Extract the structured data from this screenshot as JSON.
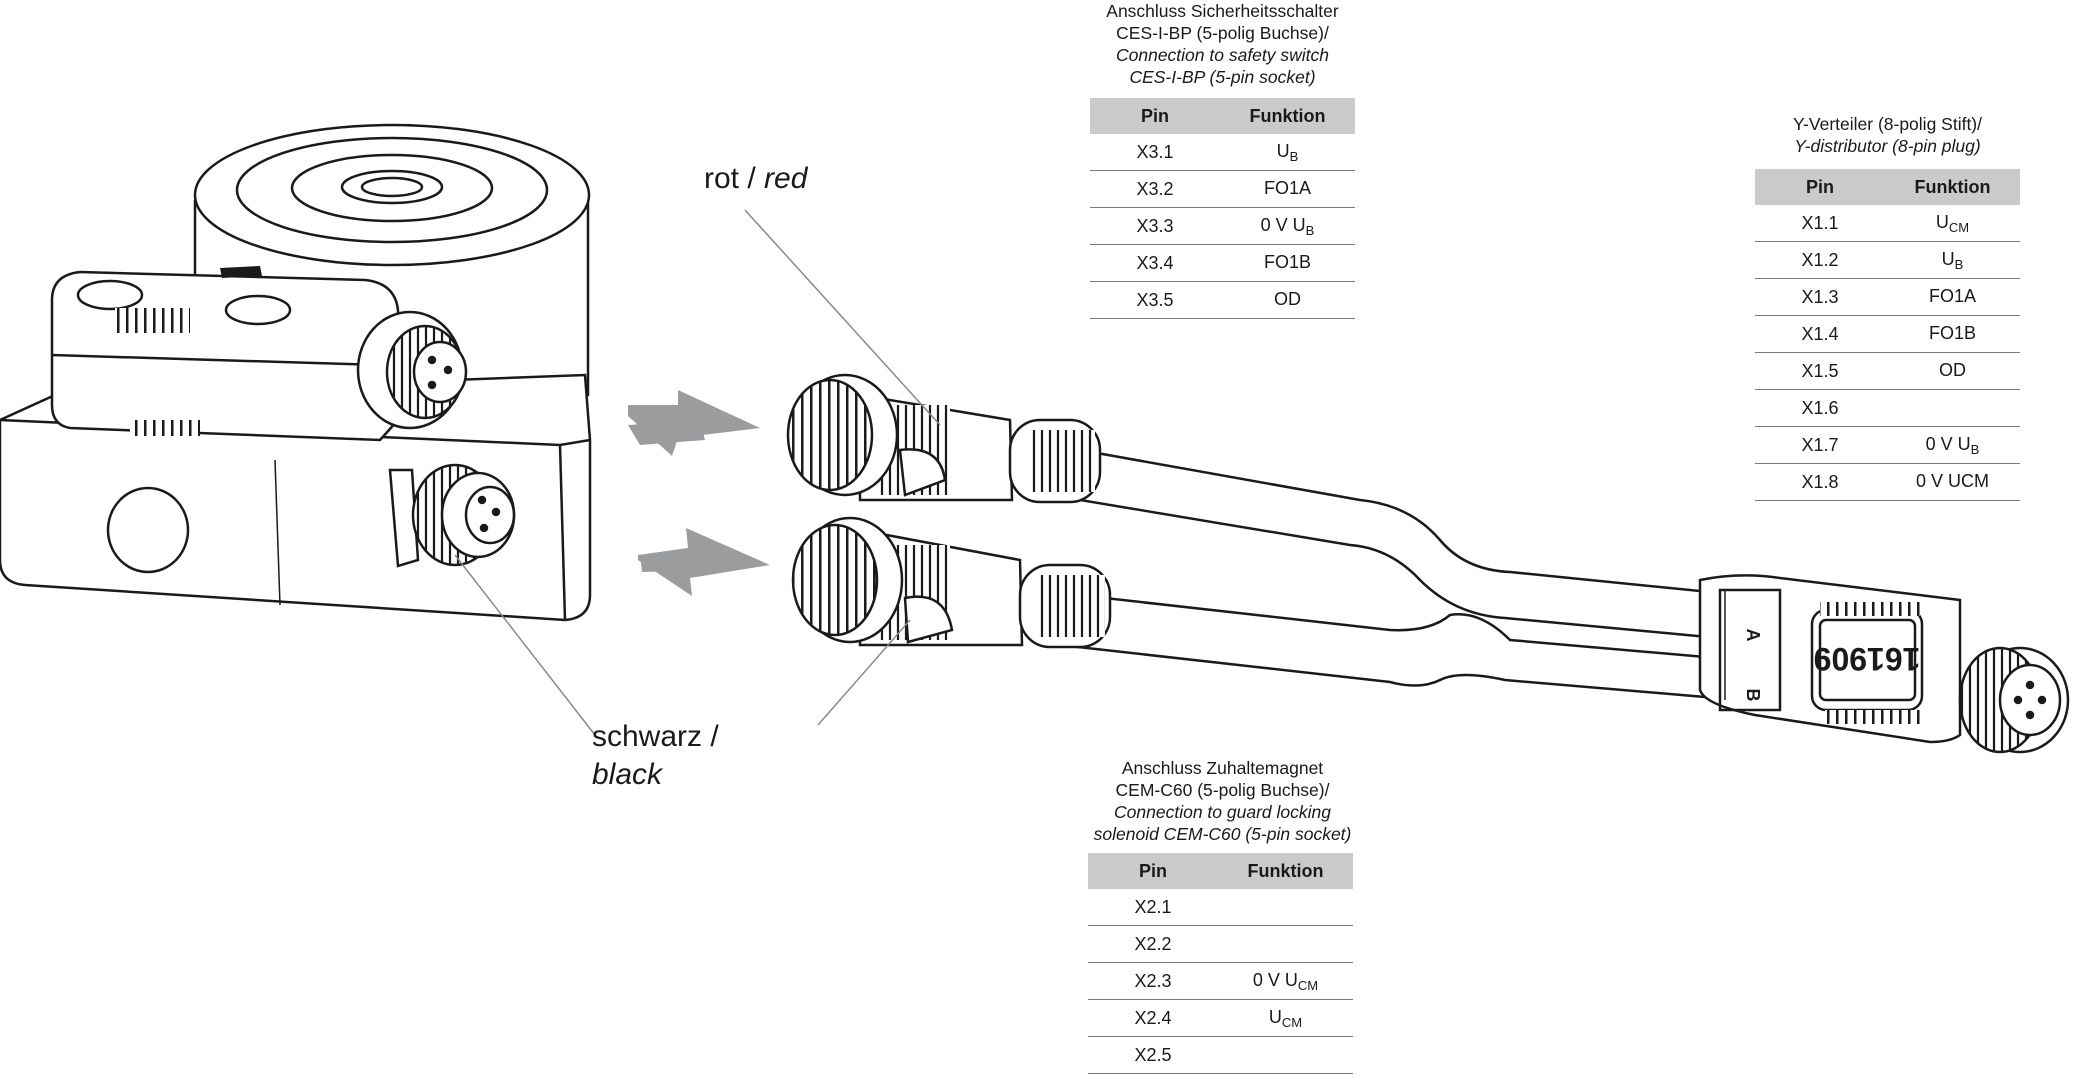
{
  "labels": {
    "red": {
      "de": "rot / ",
      "en": "red"
    },
    "black": {
      "de": "schwarz /",
      "en": "black"
    }
  },
  "tables": {
    "x3": {
      "caption_de_1": "Anschluss Sicherheitsschalter",
      "caption_de_2": "CES-I-BP (5-polig Buchse)/",
      "caption_en_1": "Connection to safety switch",
      "caption_en_2": "CES-I-BP (5-pin socket)",
      "headers": {
        "pin": "Pin",
        "function": "Funktion"
      },
      "rows": [
        {
          "pin": "X3.1",
          "main": "U",
          "sub": "B"
        },
        {
          "pin": "X3.2",
          "main": "FO1A",
          "sub": ""
        },
        {
          "pin": "X3.3",
          "main": "0 V U",
          "sub": "B"
        },
        {
          "pin": "X3.4",
          "main": "FO1B",
          "sub": ""
        },
        {
          "pin": "X3.5",
          "main": "OD",
          "sub": ""
        }
      ]
    },
    "x1": {
      "caption_de_1": "Y-Verteiler (8-polig Stift)/",
      "caption_en_1": "Y-distributor (8-pin plug)",
      "headers": {
        "pin": "Pin",
        "function": "Funktion"
      },
      "rows": [
        {
          "pin": "X1.1",
          "main": "U",
          "sub": "CM"
        },
        {
          "pin": "X1.2",
          "main": "U",
          "sub": "B"
        },
        {
          "pin": "X1.3",
          "main": "FO1A",
          "sub": ""
        },
        {
          "pin": "X1.4",
          "main": "FO1B",
          "sub": ""
        },
        {
          "pin": "X1.5",
          "main": "OD",
          "sub": ""
        },
        {
          "pin": "X1.6",
          "main": "",
          "sub": ""
        },
        {
          "pin": "X1.7",
          "main": "0 V U",
          "sub": "B"
        },
        {
          "pin": "X1.8",
          "main": "0 V UCM",
          "sub": ""
        }
      ]
    },
    "x2": {
      "caption_de_1": "Anschluss Zuhaltemagnet",
      "caption_de_2": "CEM-C60 (5-polig Buchse)/",
      "caption_en_1": "Connection to guard locking",
      "caption_en_2": "solenoid CEM-C60 (5-pin socket)",
      "headers": {
        "pin": "Pin",
        "function": "Funktion"
      },
      "rows": [
        {
          "pin": "X2.1",
          "main": "",
          "sub": ""
        },
        {
          "pin": "X2.2",
          "main": "",
          "sub": ""
        },
        {
          "pin": "X2.3",
          "main": "0 V U",
          "sub": "CM"
        },
        {
          "pin": "X2.4",
          "main": "U",
          "sub": "CM"
        },
        {
          "pin": "X2.5",
          "main": "",
          "sub": ""
        }
      ]
    }
  },
  "distributor_marks": {
    "serial": "161909",
    "port_a": "A",
    "port_b": "B"
  },
  "colors": {
    "header_fill": "#c8cacc",
    "arrow": "#9a9c9e",
    "line": "#1a1a1a"
  }
}
